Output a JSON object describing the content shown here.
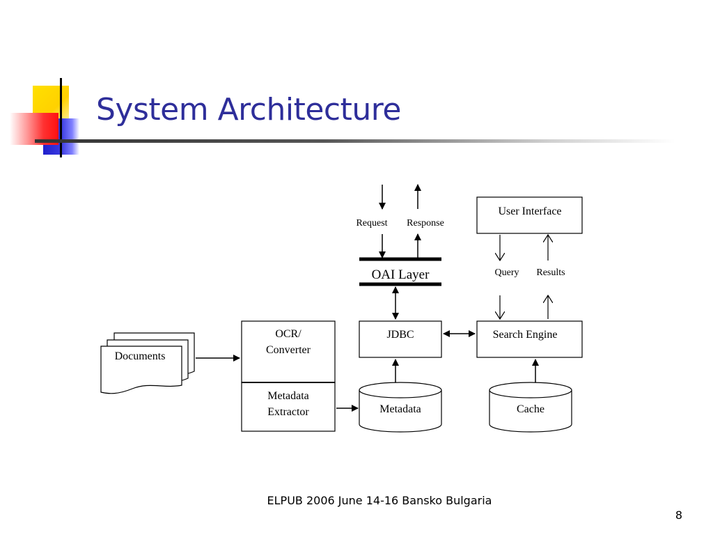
{
  "slide": {
    "title": "System Architecture",
    "footer": "ELPUB 2006 June 14-16  Bansko Bulgaria",
    "page_number": "8"
  },
  "diagram": {
    "request": "Request",
    "response": "Response",
    "oai_layer": "OAI Layer",
    "user_interface": "User Interface",
    "query": "Query",
    "results": "Results",
    "ocr_line1": "OCR/",
    "ocr_line2": "Converter",
    "jdbc": "JDBC",
    "search_engine": "Search Engine",
    "documents": "Documents",
    "metadata_extractor_line1": "Metadata",
    "metadata_extractor_line2": "Extractor",
    "metadata_db": "Metadata",
    "cache": "Cache"
  }
}
